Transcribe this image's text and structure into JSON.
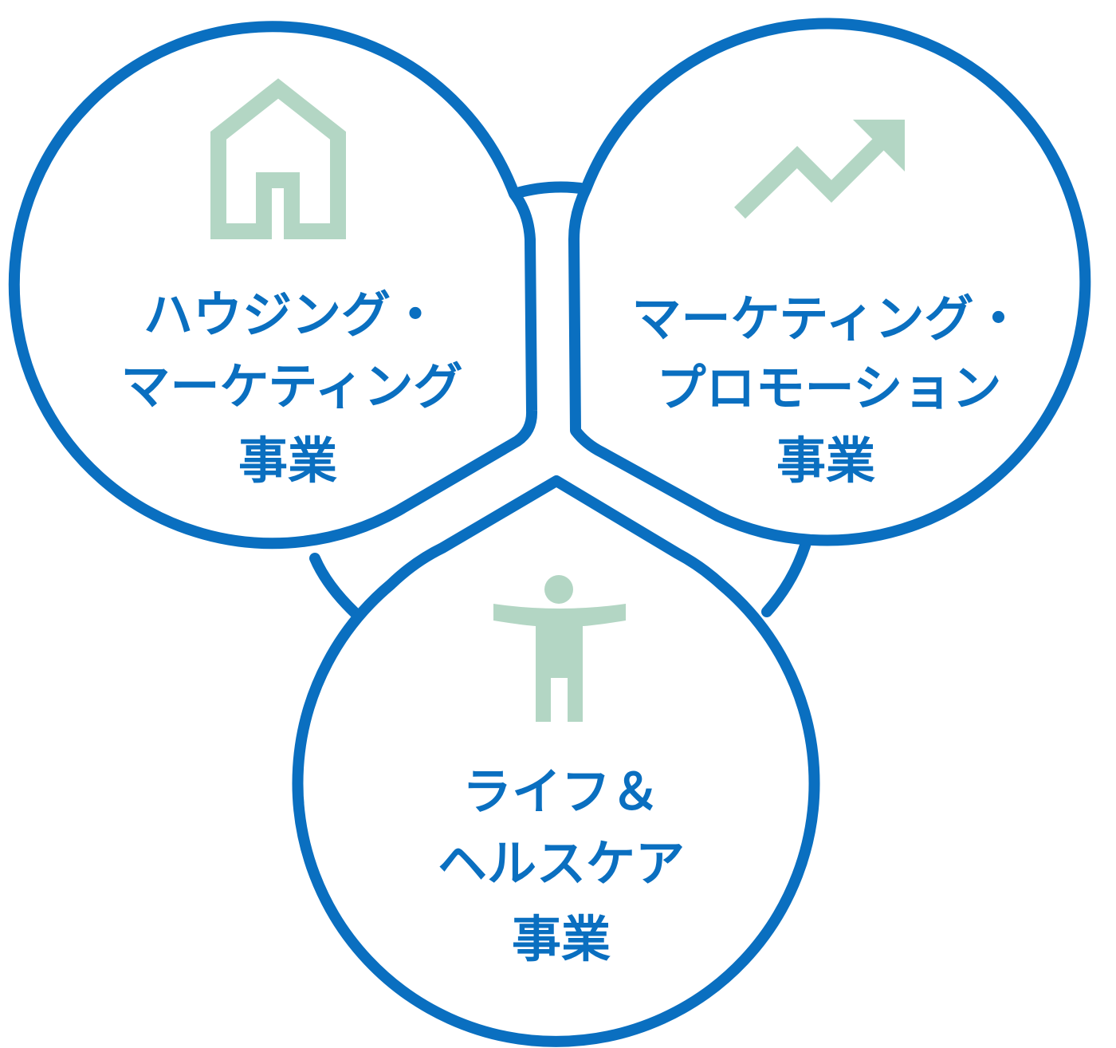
{
  "colors": {
    "outline": "#0a6fc0",
    "icon": "#b3d6c4",
    "text": "#0a6fc0",
    "background": "#ffffff"
  },
  "segments": [
    {
      "id": "housing",
      "icon": "house-icon",
      "lines": [
        "ハウジング・",
        "マーケティング",
        "事業"
      ]
    },
    {
      "id": "marketing",
      "icon": "trend-arrow-icon",
      "lines": [
        "マーケティング・",
        "プロモーション",
        "事業"
      ]
    },
    {
      "id": "life",
      "icon": "person-icon",
      "lines": [
        "ライフ＆",
        "ヘルスケア",
        "事業"
      ]
    }
  ]
}
